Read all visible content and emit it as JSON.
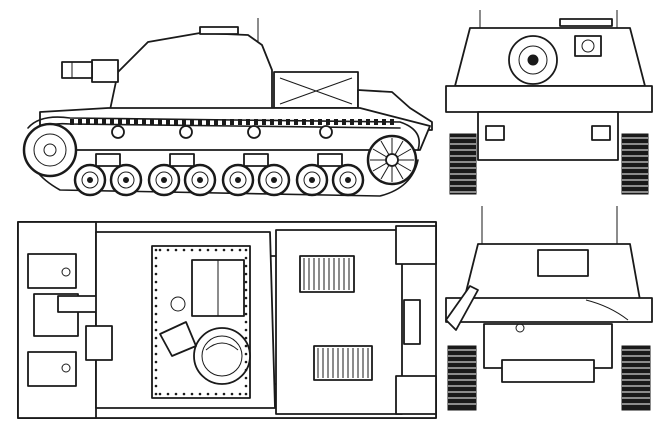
{
  "drawing": {
    "subject": "assault-gun-tank",
    "views": [
      {
        "id": "side-view"
      },
      {
        "id": "front-view"
      },
      {
        "id": "top-view"
      },
      {
        "id": "rear-view"
      }
    ],
    "line_color": "#1a1a1a",
    "background": "#ffffff"
  }
}
